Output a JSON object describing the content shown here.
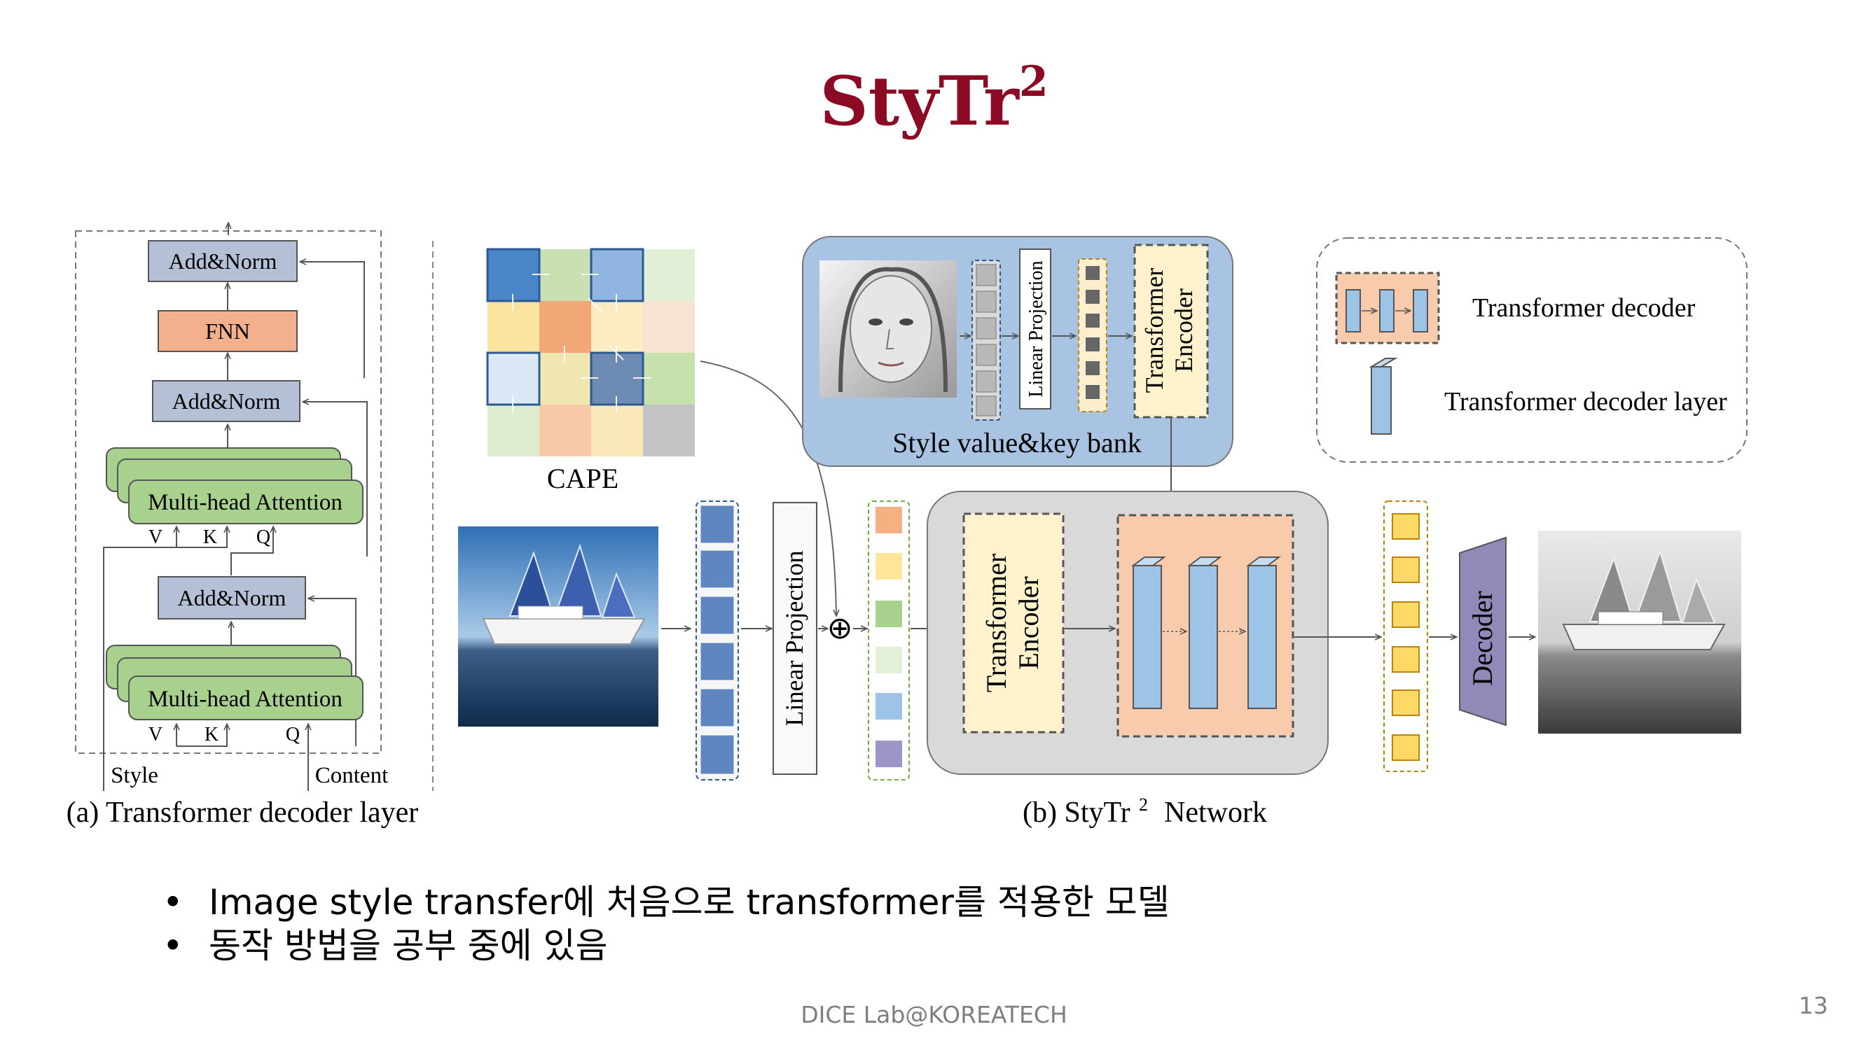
{
  "slide": {
    "title": "StyTr",
    "title_sup": "2",
    "bullets": [
      "Image style transfer에 처음으로 transformer를 적용한 모델",
      "동작 방법을 공부 중에 있음"
    ],
    "bullet_char": "•",
    "footer": "DICE Lab@KOREATECH",
    "page_number": "13"
  },
  "panel_a": {
    "add_norm_top": "Add&Norm",
    "fnn": "FNN",
    "add_norm_mid": "Add&Norm",
    "mha_upper": "Multi-head Attention",
    "vkq_upper": [
      "V",
      "K",
      "Q"
    ],
    "add_norm_low": "Add&Norm",
    "mha_lower": "Multi-head Attention",
    "vkq_lower": [
      "V",
      "K",
      "Q"
    ],
    "input_style": "Style",
    "input_content": "Content",
    "caption": "(a) Transformer decoder layer"
  },
  "panel_b": {
    "cape_label": "CAPE",
    "linear_projection_main": "Linear Projection",
    "style_bank": {
      "linear_projection": "Linear Projection",
      "encoder_line1": "Transformer",
      "encoder_line2": "Encoder",
      "label": "Style value&key bank"
    },
    "content_encoder_line1": "Transformer",
    "content_encoder_line2": "Encoder",
    "decoder": "Decoder",
    "legend": {
      "decoder": "Transformer decoder",
      "decoder_layer": "Transformer decoder layer"
    },
    "caption_prefix": "(b) StyTr",
    "caption_sup": "2",
    "caption_suffix": "Network",
    "plus_symbol": "⊕"
  },
  "colors": {
    "title": "#8b0a24",
    "add_norm_fill": "#b4c0d6",
    "fnn_fill": "#f3b08c",
    "mha_fill": "#a9d18e",
    "style_bank_fill": "#a9c4e3",
    "encoder_fill": "#fff2cc",
    "decoder_fill": "#f8cbad",
    "decoder_layer_fill": "#9dc3e6",
    "network_fill": "#d9d9d9",
    "decoder_trap_fill": "#8f8ab8",
    "token_yellow": "#ffd966"
  }
}
